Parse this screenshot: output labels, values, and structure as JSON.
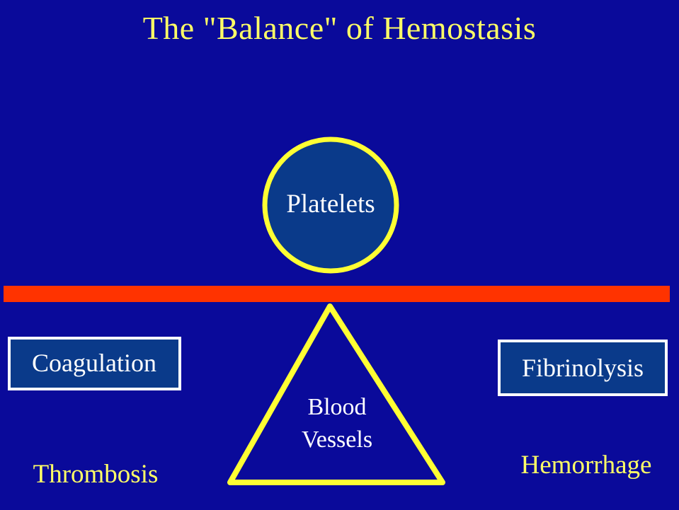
{
  "title": "The \"Balance\" of Hemostasis",
  "fulcrum": {
    "label_line1": "Blood",
    "label_line2": "Vessels"
  },
  "platelets": {
    "label": "Platelets"
  },
  "left": {
    "box_label": "Coagulation",
    "outcome": "Thrombosis"
  },
  "right": {
    "box_label": "Fibrinolysis",
    "outcome": "Hemorrhage"
  },
  "colors": {
    "background": "#0a0a9a",
    "accent_yellow": "#ffff33",
    "beam_red": "#ff3300",
    "box_fill": "#0a3a8a",
    "box_border": "#ffffff",
    "circle_fill": "#0a3a8a"
  }
}
